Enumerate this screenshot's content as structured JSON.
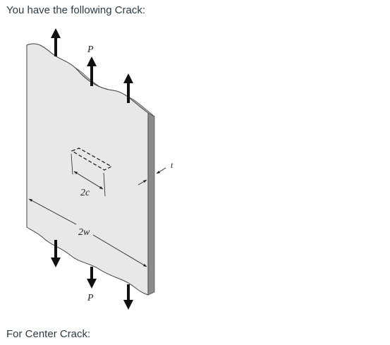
{
  "text": {
    "intro": "You have the following Crack:",
    "outro": "For Center Crack:"
  },
  "figure": {
    "labels": {
      "load_top": "P",
      "load_bottom": "P",
      "crack_length": "2c",
      "plate_width": "2w",
      "thickness": "t"
    },
    "colors": {
      "plate_face": "#e8e8e8",
      "plate_edge": "#8c8c8c",
      "plate_top": "#bdbdbd",
      "arrow": "#111111"
    }
  }
}
